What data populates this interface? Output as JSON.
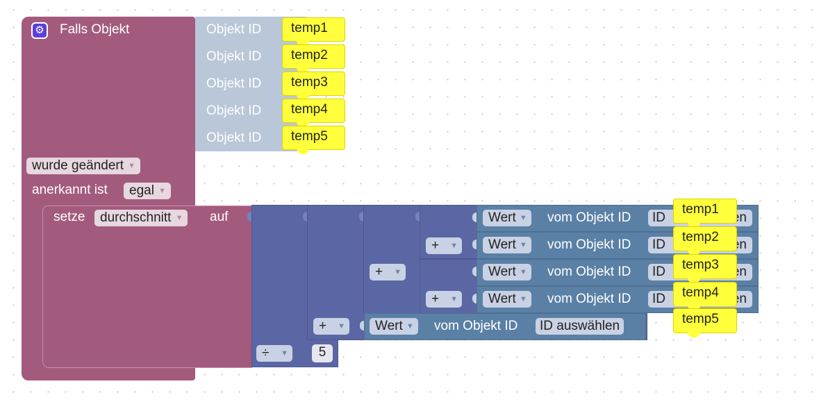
{
  "trigger": {
    "title": "Falls Objekt",
    "object_label": "Objekt ID",
    "objects": [
      "temp1",
      "temp2",
      "temp3",
      "temp4",
      "temp5"
    ],
    "changed_dropdown": "wurde geändert",
    "ack_label": "anerkannt ist",
    "ack_dropdown": "egal"
  },
  "setter": {
    "set_label": "setze",
    "variable": "durchschnitt",
    "to_label": "auf"
  },
  "operators": {
    "plus": "+",
    "divide": "÷"
  },
  "value_blocks": [
    {
      "value_dropdown": "Wert",
      "label": "vom Objekt ID",
      "id_field": "ID",
      "object": "temp1",
      "hidden_tail": "en"
    },
    {
      "value_dropdown": "Wert",
      "label": "vom Objekt ID",
      "id_field": "ID",
      "object": "temp2",
      "hidden_tail": "en"
    },
    {
      "value_dropdown": "Wert",
      "label": "vom Objekt ID",
      "id_field": "ID",
      "object": "temp3",
      "hidden_tail": "en"
    },
    {
      "value_dropdown": "Wert",
      "label": "vom Objekt ID",
      "id_field": "ID",
      "object": "temp4",
      "hidden_tail": "en"
    },
    {
      "value_dropdown": "Wert",
      "label": "vom Objekt ID",
      "id_field": "ID auswählen",
      "object": "temp5"
    }
  ],
  "divisor": "5"
}
